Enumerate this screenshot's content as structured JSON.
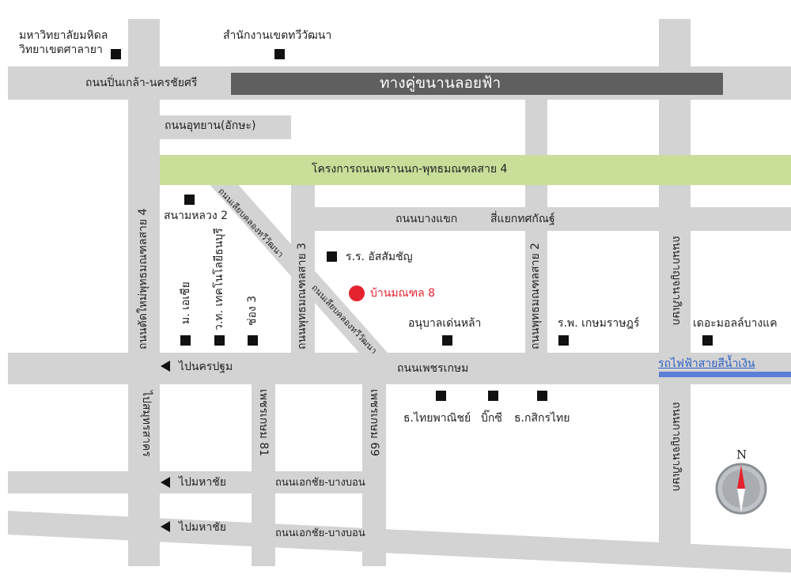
{
  "colors": {
    "road": "#d3d3d3",
    "background": "#ffffff",
    "expressway": "#5f5f5f",
    "project_road": "#c8de99",
    "highlight": "#e5232f",
    "skytrain_blue": "#3366cc"
  },
  "places": {
    "mahidol": [
      "มหาวิทยาลัยมหิดล",
      "วิทยาเขตศาลายา"
    ],
    "thawi_office": "สำนักงานเขตทวีวัฒนา",
    "sanam_luang2": "สนามหลวง 2",
    "assumption": "ร.ร. อัสสัมชัญ",
    "baan_monthon": "บ้านมณฑล 8",
    "kindergarten": "อนุบาลเด่นหล้า",
    "kasemrad": "ร.พ. เกษมราษฎร์",
    "the_mall": "เดอะมอลล์บางแค",
    "asia_univ": "ม. เอเชีย",
    "thonburi_tech": "ว.ท. เทคโนโลยีธนบุรี",
    "chong3": "ช่อง 3",
    "scb": "ธ.ไทยพาณิชย์",
    "bigc": "บิ๊กซี",
    "kbank": "ธ.กสิกรไทย"
  },
  "roads": {
    "pinklao_road": "ถนนปิ่นเกล้า-นครชัยศรี",
    "parallel_elevated": "ทางคู่ขนานลอยฟ้า",
    "utthayan": "ถนนอุทยาน(อักษะ)",
    "project_road": "โครงการถนนพรานนก-พุทธมณฑลสาย 4",
    "bang_khae_rd": "ถนนบางแขก",
    "kanlapaphruek_jct": "สี่แยกทศกัณฐ์",
    "phutthamonthon4_new": "ถนนตัดใหม่พุทธมณฑลสาย 4",
    "khlong_thawi_1": "ถนนเลียบคลองทวีวัฒนา",
    "khlong_thawi_2": "ถนนเลียบคลองทวีวัฒนา",
    "phutthamonthon3": "ถนนพุทธมณฑลสาย 3",
    "phutthamonthon2": "ถนนพุทธมณฑลสาย 2",
    "kanchanaphisek": "ถนนกาญจนาภิเษก",
    "to_nakhon_pathom": "ไปนครปฐม",
    "phetkasem_rd": "ถนนเพชรเกษม",
    "skytrain_blue": "รถไฟฟ้าสายสีน้ำเงิน",
    "to_samut_sakhon": "ไปสมุทรสาคร",
    "phetkasem81": "เพชรเกษม 81",
    "phetkasem69": "เพชรเกษม 69",
    "to_mahachai_1": "ไปมหาชัย",
    "to_mahachai_2": "ไปมหาชัย",
    "ekachai_bangbon_1": "ถนนเอกชัย-บางบอน",
    "ekachai_bangbon_2": "ถนนเอกชัย-บางบอน",
    "kanchanaphisek_south": "ถนนกาญจนาภิเษก"
  },
  "compass": {
    "north_label": "N"
  }
}
